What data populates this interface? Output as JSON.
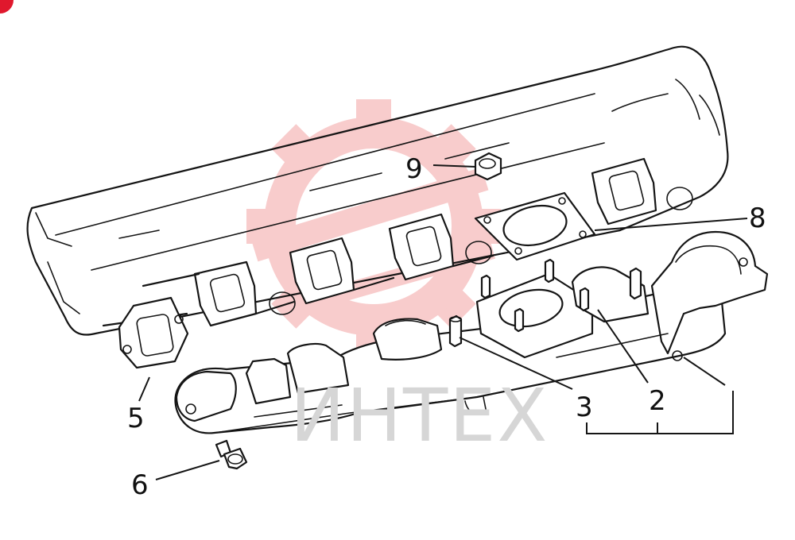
{
  "watermark": {
    "text": "ИНТЕХ",
    "gear_color": "#f5b5b5",
    "text_color": "#d9d9d9"
  },
  "corner_badge_color": "#e0182d",
  "callouts": {
    "c2": "2",
    "c3": "3",
    "c5": "5",
    "c6": "6",
    "c8": "8",
    "c9": "9"
  }
}
